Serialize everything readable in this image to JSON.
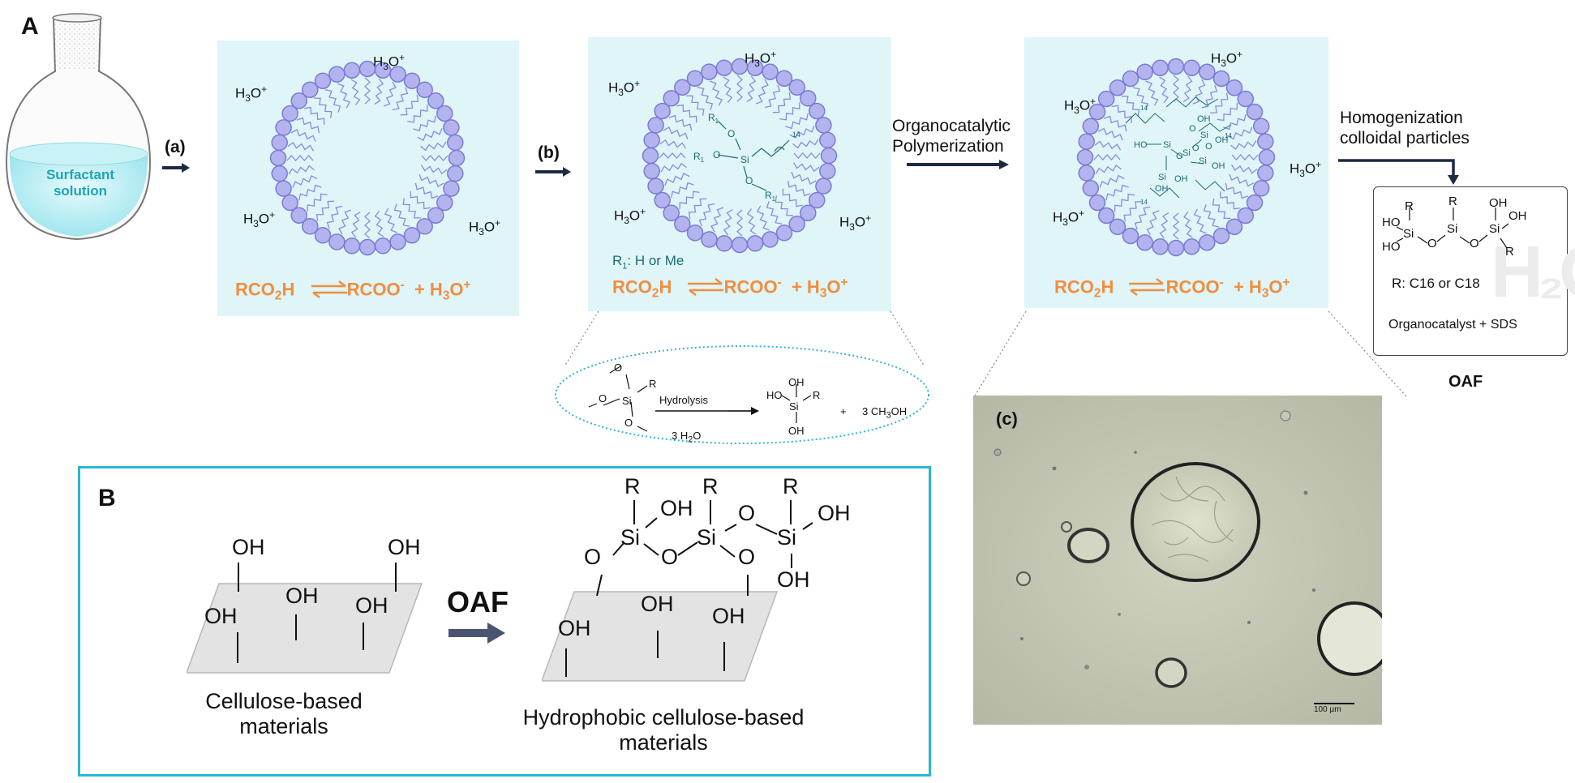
{
  "panels": {
    "A": "A",
    "B": "B",
    "c": "(c)"
  },
  "flask": {
    "label_line1": "Surfactant",
    "label_line2": "solution"
  },
  "steps": {
    "a": "(a)",
    "b": "(b)",
    "polymerization_line1": "Organocatalytic",
    "polymerization_line2": "Polymerization",
    "homogenization_line1": "Homogenization",
    "homogenization_line2": "colloidal particles"
  },
  "ions": {
    "h3o": "H3O",
    "plus": "+"
  },
  "equation": {
    "left": "RCO",
    "left_sub": "2",
    "left_tail": "H",
    "right": "RCOO",
    "right_sup": "-",
    "plus": "+ H",
    "plus_sub": "3",
    "plus_tail": "O",
    "plus_sup": "+"
  },
  "r1_note": {
    "prefix": "R",
    "sub": "1",
    "suffix": ": H or Me"
  },
  "micelle_labels": {
    "r1": "R1",
    "o": "O",
    "si": "Si",
    "n14": "14",
    "oh": "OH",
    "ho": "HO"
  },
  "hydrolysis": {
    "arrow_label": "Hydrolysis",
    "water": "3 H2O",
    "plus": "+",
    "methanol": "3 CH3OH",
    "o": "O",
    "si": "Si",
    "r": "R",
    "oh": "OH",
    "ho": "HO"
  },
  "oaf_box": {
    "r": "R",
    "si": "Si",
    "o": "O",
    "oh": "OH",
    "ho": "HO",
    "r_note": "R: C16 or C18",
    "catalyst": "Organocatalyst + SDS",
    "caption": "OAF"
  },
  "panel_b": {
    "oh": "OH",
    "arrow_label": "OAF",
    "r": "R",
    "si": "Si",
    "o": "O",
    "left_caption_line1": "Cellulose-based",
    "left_caption_line2": "materials",
    "right_caption_line1": "Hydrophobic cellulose-based",
    "right_caption_line2": "materials"
  },
  "micrograph": {
    "scale_bar": "100 µm"
  },
  "colors": {
    "box_fill": "#dff5f8",
    "micelle_head": "#b3b3f0",
    "micelle_head_stroke": "#7b7bd3",
    "equation": "#f08e40",
    "panel_b_border": "#2bb6cf",
    "dotted_ellipse": "#2bb6cf",
    "arrow_dark": "#1d2a44"
  }
}
